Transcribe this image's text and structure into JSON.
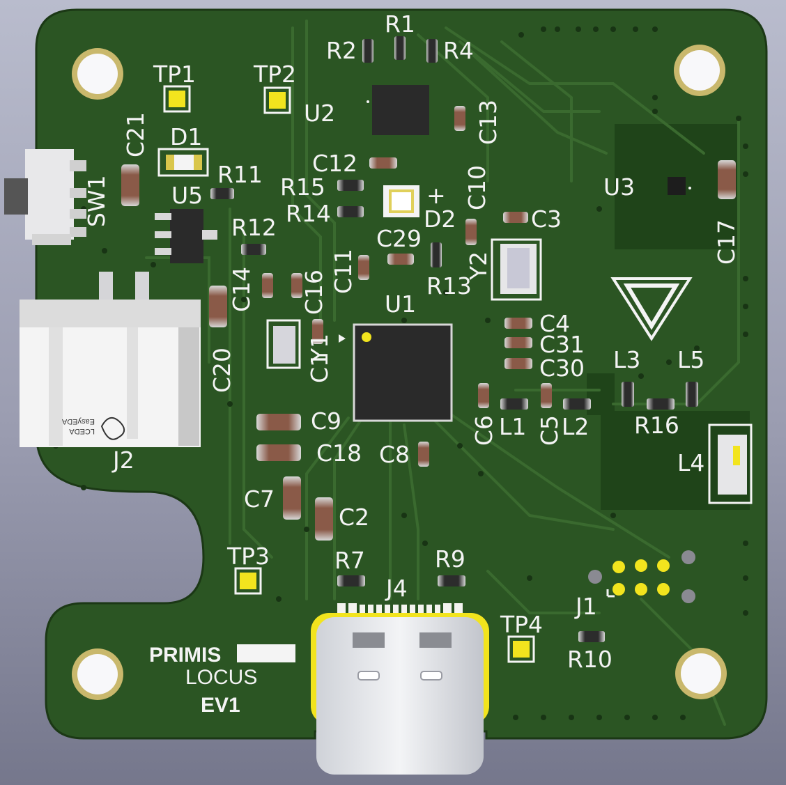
{
  "board": {
    "colors": {
      "background_top": "#b9bccd",
      "soldermask": "#2b5523",
      "soldermask_dark": "#21461b",
      "copper_pour": "#1d4017",
      "silkscreen": "#f4f4f4",
      "pad_gold": "#f2e41e",
      "ic_body": "#2a2a2a"
    },
    "branding": {
      "line1": "PRIMIS",
      "line2": "LOCUS",
      "line3": "EV1"
    },
    "connector_marking": {
      "brand": "LCEDA",
      "brand2": "EasyEDA"
    },
    "diode_marking": "+"
  },
  "designators": {
    "R1": "R1",
    "R2": "R2",
    "R4": "R4",
    "TP1": "TP1",
    "TP2": "TP2",
    "TP3": "TP3",
    "TP4": "TP4",
    "U2": "U2",
    "C13": "C13",
    "C21": "C21",
    "D1": "D1",
    "SW1": "SW1",
    "R11": "R11",
    "C12": "C12",
    "R15": "R15",
    "R14": "R14",
    "C10": "C10",
    "U3": "U3",
    "C17": "C17",
    "U5": "U5",
    "C29": "C29",
    "D2": "D2",
    "C3": "C3",
    "R12": "R12",
    "C11": "C11",
    "R13": "R13",
    "Y2": "Y2",
    "C14": "C14",
    "C16": "C16",
    "U1": "U1",
    "C4": "C4",
    "C31": "C31",
    "C30": "C30",
    "Y1": "Y1",
    "C1": "C1",
    "C20": "C20",
    "L3": "L3",
    "L5": "L5",
    "C6": "C6",
    "L1": "L1",
    "C5": "C5",
    "L2": "L2",
    "R16": "R16",
    "C9": "C9",
    "C18": "C18",
    "C8": "C8",
    "L4": "L4",
    "J2": "J2",
    "C7": "C7",
    "C2": "C2",
    "R7": "R7",
    "R9": "R9",
    "J4": "J4",
    "J1": "J1",
    "TP4b": "TP4",
    "R10": "R10"
  }
}
